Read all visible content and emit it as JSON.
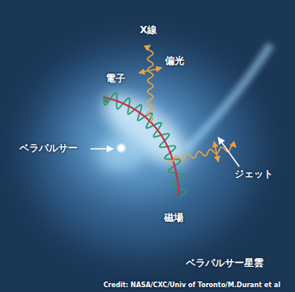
{
  "diagram": {
    "labels": [
      "X線",
      "偏光",
      "電子",
      "ジェット",
      "ベラパルサー",
      "磁場",
      "ベラパルサー星雲",
      "Credit: NASA/CXC/Univ of Toronto/M.Durant et al"
    ]
  }
}
